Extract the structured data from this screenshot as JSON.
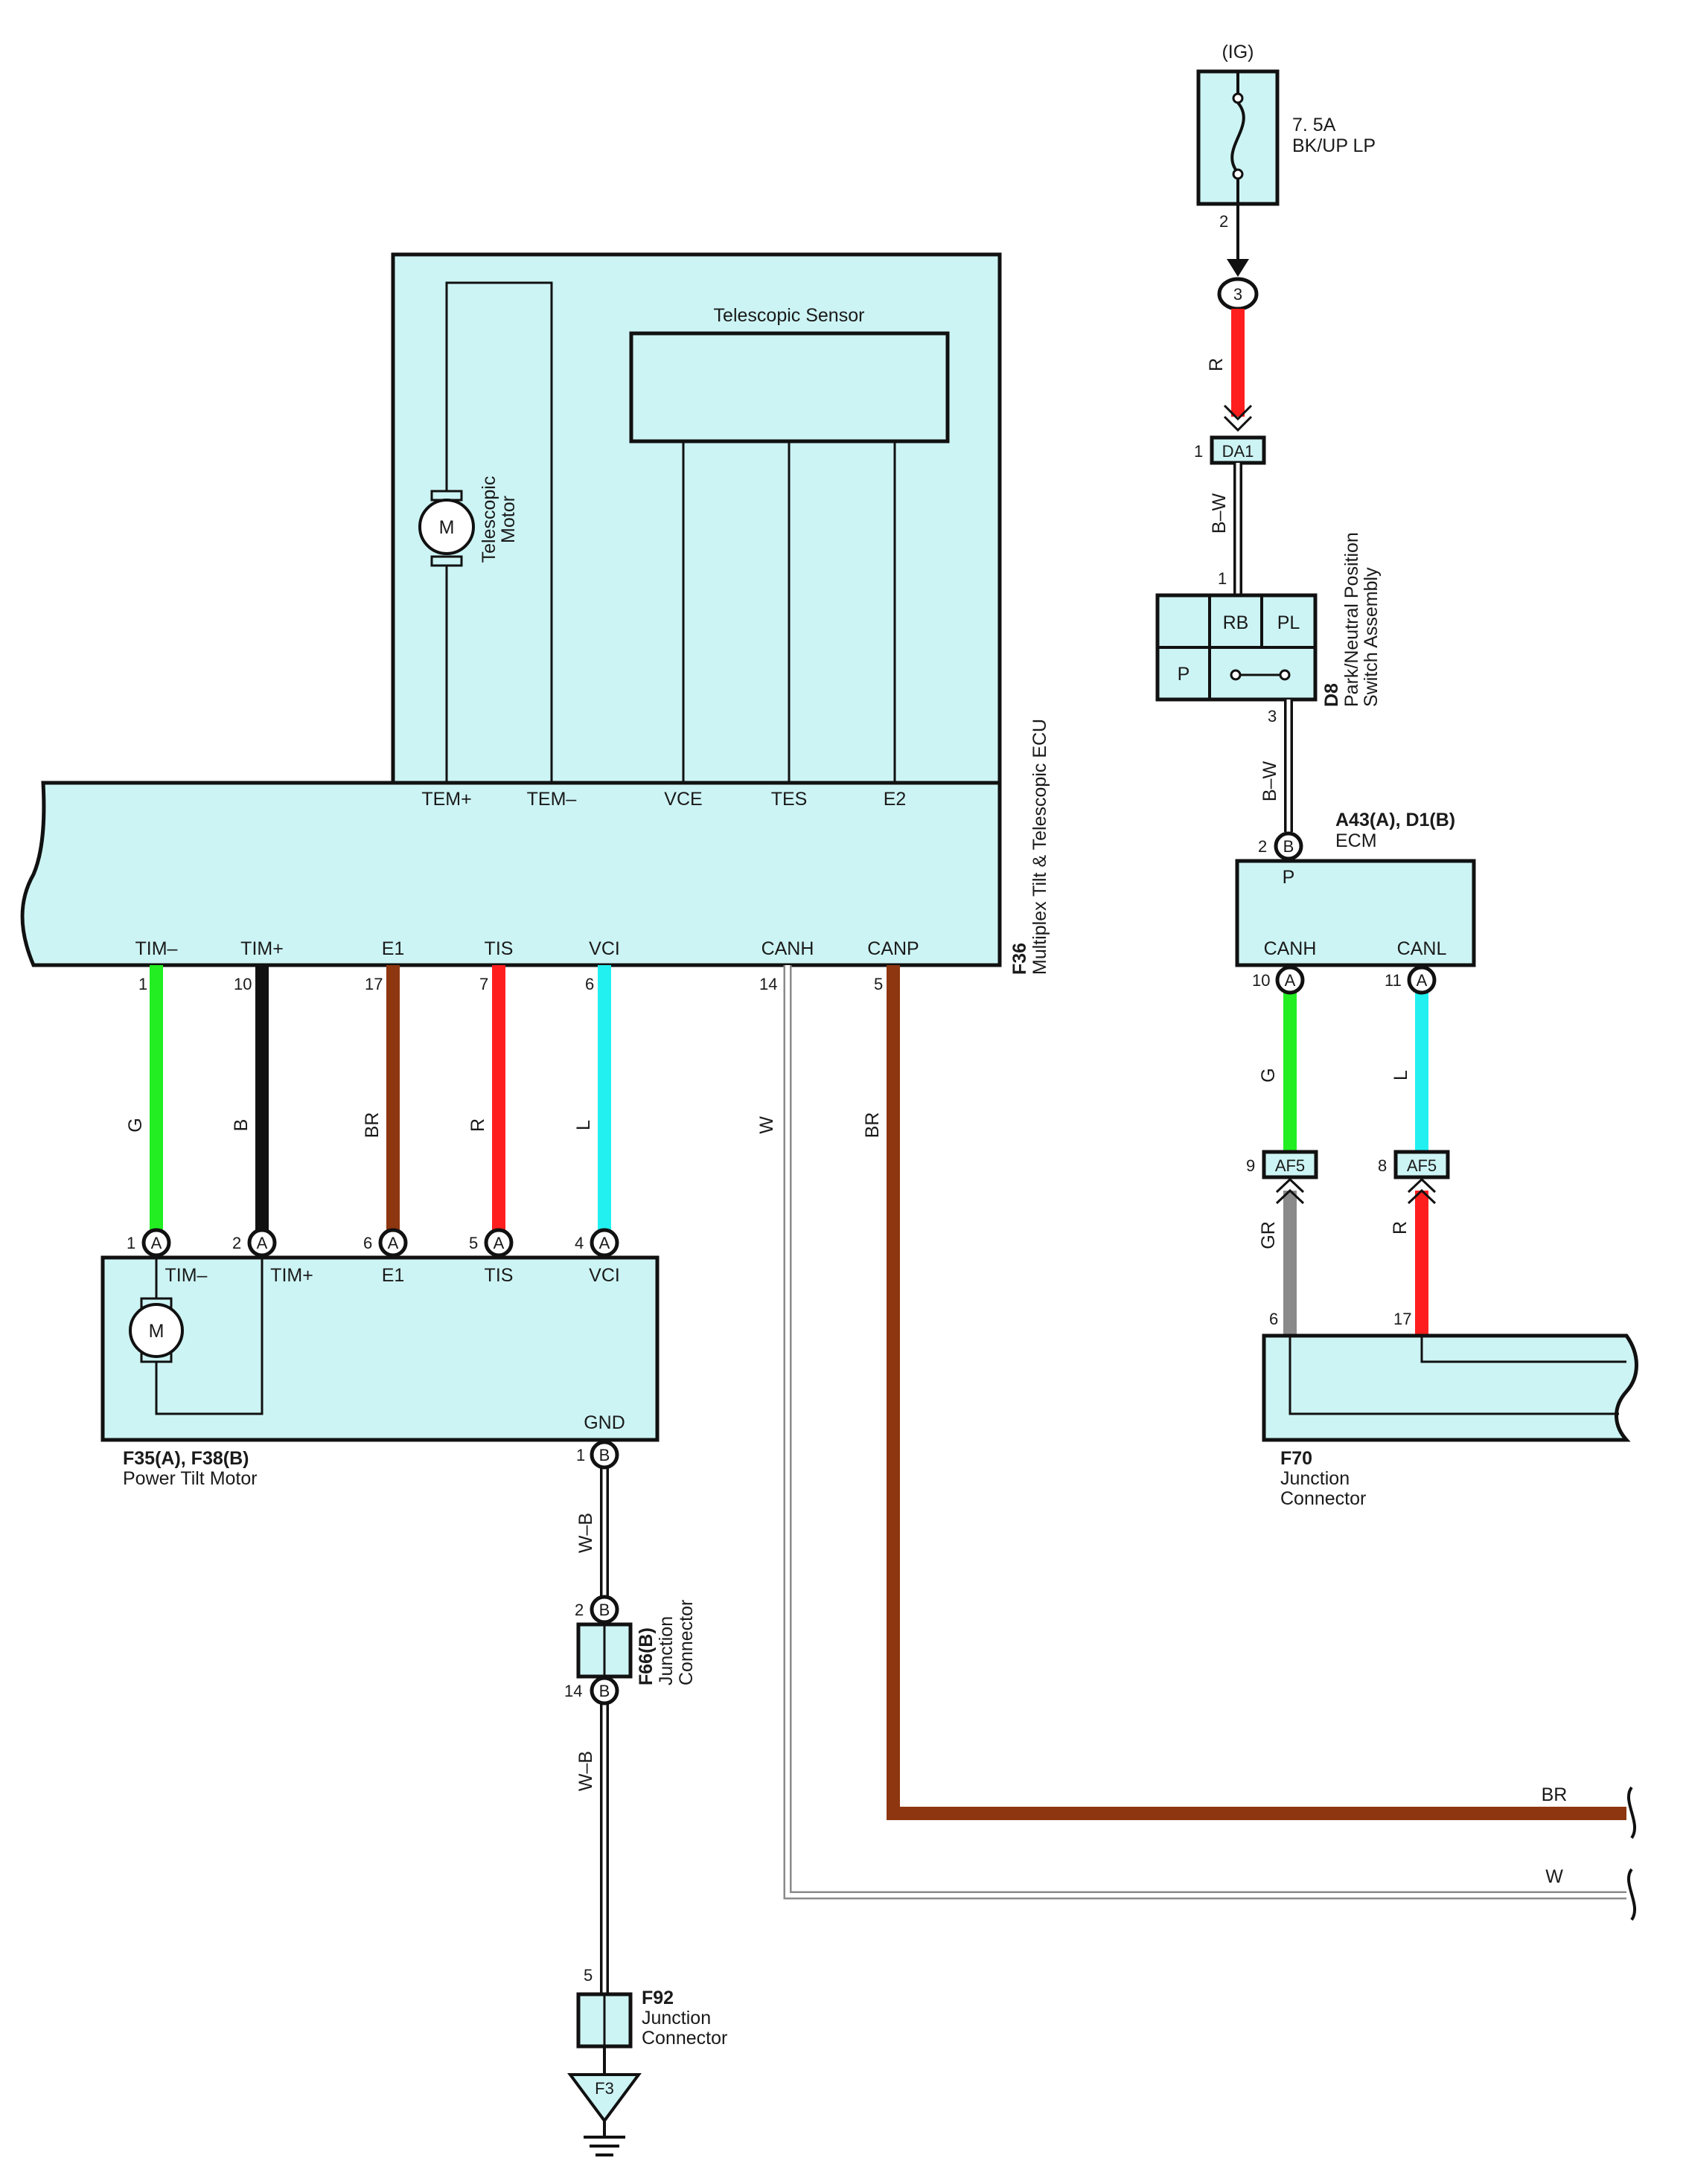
{
  "fuse": {
    "ig": "(IG)",
    "rating": "7. 5A",
    "name": "BK/UP LP",
    "pin_out": "2",
    "junction": "3"
  },
  "da1": {
    "label": "DA1",
    "pin_in": "1",
    "wire_in": "R",
    "wire_out": "B–W"
  },
  "d8": {
    "code": "D8",
    "name_line1": "Park/Neutral Position",
    "name_line2": "Switch Assembly",
    "pin_in": "1",
    "pin_out": "3",
    "rb": "RB",
    "pl": "PL",
    "p": "P",
    "wire_out": "B–W"
  },
  "ecm": {
    "code": "A43(A), D1(B)",
    "name": "ECM",
    "pin_p_num": "2",
    "pin_p_letter": "B",
    "p_label": "P",
    "canh_label": "CANH",
    "canl_label": "CANL",
    "canh_pin": "10",
    "canl_pin": "11",
    "canh_letter": "A",
    "canl_letter": "A",
    "canh_wire": "G",
    "canl_wire": "L"
  },
  "af5": {
    "left_label": "AF5",
    "right_label": "AF5",
    "left_pin": "9",
    "right_pin": "8",
    "left_wire_below": "GR",
    "right_wire_below": "R"
  },
  "f70": {
    "code": "F70",
    "name_line1": "Junction",
    "name_line2": "Connector",
    "pin_left": "6",
    "pin_right": "17"
  },
  "telescopic": {
    "sensor_label": "Telescopic Sensor",
    "motor_line1": "Telescopic",
    "motor_line2": "Motor",
    "motor_symbol": "M"
  },
  "ecu": {
    "code": "F36",
    "name": "Multiplex Tilt & Telescopic ECU",
    "top_terminals": [
      "TEM+",
      "TEM–",
      "VCE",
      "TES",
      "E2"
    ],
    "bottom_terminals": [
      "TIM–",
      "TIM+",
      "E1",
      "TIS",
      "VCI",
      "CANH",
      "CANP"
    ],
    "bottom_pins": [
      "1",
      "10",
      "17",
      "7",
      "6",
      "14",
      "5"
    ],
    "wire_colors": [
      "G",
      "B",
      "BR",
      "R",
      "L",
      "W",
      "BR"
    ],
    "colors": {
      "G": "#22ee22",
      "B": "#111111",
      "BR": "#8e3610",
      "R": "#ff1e1e",
      "L": "#22f0f0",
      "GR": "#8a8a8a"
    }
  },
  "tilt_motor": {
    "code": "F35(A), F38(B)",
    "name": "Power Tilt Motor",
    "pins": [
      "1",
      "2",
      "6",
      "5",
      "4"
    ],
    "pin_letter": "A",
    "terminals": [
      "TIM–",
      "TIM+",
      "E1",
      "TIS",
      "VCI"
    ],
    "gnd_label": "GND",
    "gnd_pin": "1",
    "gnd_letter": "B",
    "motor_symbol": "M"
  },
  "ground_wire_1": "W–B",
  "f66": {
    "code": "F66(B)",
    "name_line1": "Junction",
    "name_line2": "Connector",
    "pin_top": "2",
    "pin_bottom": "14",
    "letter": "B"
  },
  "ground_wire_2": "W–B",
  "f92": {
    "code": "F92",
    "name_line1": "Junction",
    "name_line2": "Connector",
    "pin": "5"
  },
  "ground_point": "F3",
  "right_wires": {
    "top": "BR",
    "bottom": "W"
  }
}
